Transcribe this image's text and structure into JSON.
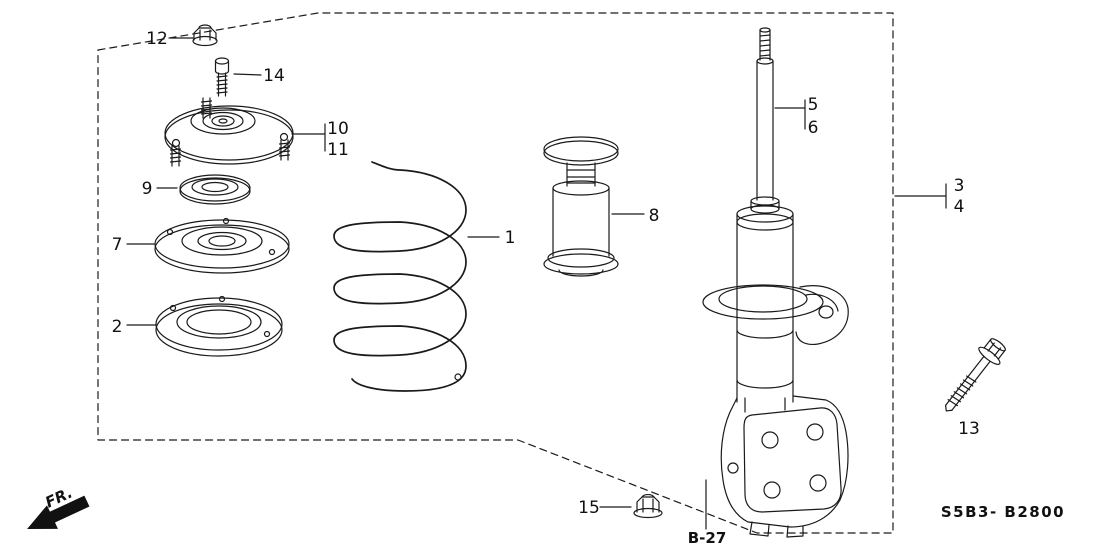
{
  "diagram": {
    "code": "S5B3- B2800",
    "page_ref": "B-27",
    "direction_label": "FR.",
    "callouts": {
      "c1": "1",
      "c2": "2",
      "c3": "3",
      "c4": "4",
      "c5": "5",
      "c6": "6",
      "c7": "7",
      "c8": "8",
      "c9": "9",
      "c10": "10",
      "c11": "11",
      "c12": "12",
      "c13": "13",
      "c14": "14",
      "c15": "15"
    },
    "colors": {
      "line": "#1a1a1a",
      "background": "#ffffff"
    }
  }
}
